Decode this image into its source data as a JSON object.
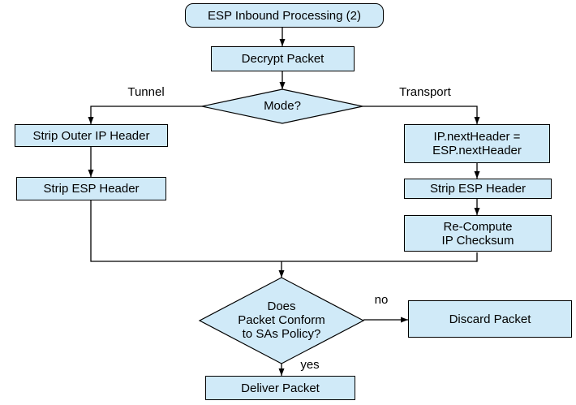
{
  "diagram": {
    "title": "ESP Inbound Processing (2)",
    "type": "flowchart",
    "colors": {
      "node_fill": "#d0eaf8",
      "node_border": "#000000",
      "line": "#000000",
      "text": "#000000",
      "background": "#ffffff"
    },
    "nodes": {
      "start": "ESP Inbound Processing (2)",
      "decrypt": "Decrypt Packet",
      "mode": "Mode?",
      "strip_outer": "Strip Outer IP Header",
      "strip_esp_left": "Strip ESP Header",
      "ip_next": [
        "IP.nextHeader =",
        "ESP.nextHeader"
      ],
      "strip_esp_right": "Strip ESP Header",
      "recompute": [
        "Re-Compute",
        "IP Checksum"
      ],
      "policy": [
        "Does",
        "Packet Conform",
        "to SAs Policy?"
      ],
      "discard": "Discard Packet",
      "deliver": "Deliver Packet"
    },
    "edge_labels": {
      "tunnel": "Tunnel",
      "transport": "Transport",
      "no": "no",
      "yes": "yes"
    }
  }
}
